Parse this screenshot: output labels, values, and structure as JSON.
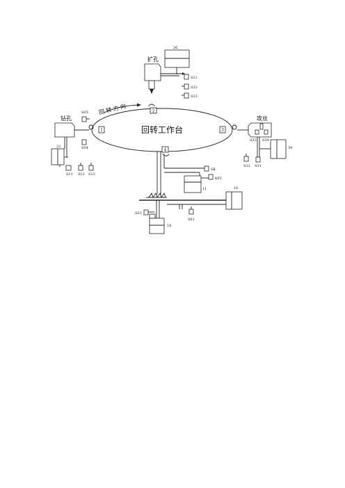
{
  "table": {
    "title": "回转工作台",
    "direction_label": "回 转 方 向"
  },
  "stations": {
    "s1": "1",
    "s2": "2",
    "s3": "3",
    "s4": "4"
  },
  "ops": {
    "reaming": "扩孔",
    "drilling": "钻孔",
    "tapping": "攻丝"
  },
  "labels": {
    "reaming_cyl": "26",
    "reaming_switches": [
      "S21",
      "S22",
      "S23"
    ],
    "drill_switch_top": "S05",
    "drill_cyl": "22",
    "drill_switch_mid": "S04",
    "drill_switches_bottom": [
      "S11",
      "S12",
      "S13"
    ],
    "tap_switches_top": [
      "S33",
      "S34"
    ],
    "tap_cyl": "30",
    "tap_switches_bottom": [
      "S32",
      "S31"
    ],
    "pressure_switch": "SK",
    "pressure_relay": "KP1",
    "clamp_cyl": "11",
    "index_cyl": "16",
    "lift_switch": "S03",
    "lift_cyl": "18",
    "index_switch": "S01"
  }
}
